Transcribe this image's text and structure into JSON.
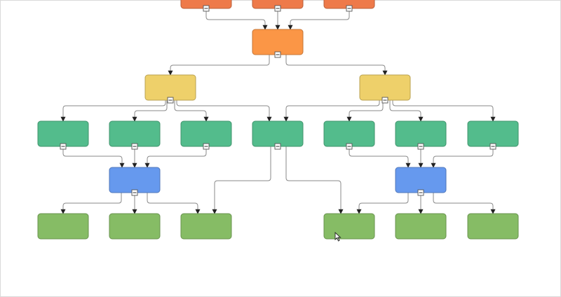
{
  "diagram": {
    "type": "org-chart",
    "colors": {
      "top": "#ee7a4a",
      "root": "#fb9646",
      "level1": "#eed06a",
      "level2": "#53bc8c",
      "level3": "#6699ee",
      "level4": "#86bc65",
      "edge": "#8a8a8a"
    },
    "collapse_icon": "minus-square-icon",
    "nodes": [
      {
        "id": "top-1",
        "level": "top",
        "label": ""
      },
      {
        "id": "top-2",
        "level": "top",
        "label": ""
      },
      {
        "id": "top-3",
        "level": "top",
        "label": ""
      },
      {
        "id": "root",
        "level": "root",
        "label": ""
      },
      {
        "id": "manager-left",
        "level": "level1",
        "label": ""
      },
      {
        "id": "manager-right",
        "level": "level1",
        "label": ""
      },
      {
        "id": "team-1",
        "level": "level2",
        "label": ""
      },
      {
        "id": "team-2",
        "level": "level2",
        "label": ""
      },
      {
        "id": "team-3",
        "level": "level2",
        "label": ""
      },
      {
        "id": "team-4",
        "level": "level2",
        "label": ""
      },
      {
        "id": "team-5",
        "level": "level2",
        "label": ""
      },
      {
        "id": "team-6",
        "level": "level2",
        "label": ""
      },
      {
        "id": "team-7",
        "level": "level2",
        "label": ""
      },
      {
        "id": "lead-left",
        "level": "level3",
        "label": ""
      },
      {
        "id": "lead-right",
        "level": "level3",
        "label": ""
      },
      {
        "id": "member-1",
        "level": "level4",
        "label": ""
      },
      {
        "id": "member-2",
        "level": "level4",
        "label": ""
      },
      {
        "id": "member-3",
        "level": "level4",
        "label": ""
      },
      {
        "id": "member-4",
        "level": "level4",
        "label": ""
      },
      {
        "id": "member-5",
        "level": "level4",
        "label": ""
      },
      {
        "id": "member-6",
        "level": "level4",
        "label": ""
      }
    ],
    "edges": [
      [
        "top-1",
        "root"
      ],
      [
        "top-2",
        "root"
      ],
      [
        "top-3",
        "root"
      ],
      [
        "root",
        "manager-left"
      ],
      [
        "root",
        "manager-right"
      ],
      [
        "manager-left",
        "team-1"
      ],
      [
        "manager-left",
        "team-2"
      ],
      [
        "manager-left",
        "team-3"
      ],
      [
        "manager-left",
        "team-4"
      ],
      [
        "manager-right",
        "team-4"
      ],
      [
        "manager-right",
        "team-5"
      ],
      [
        "manager-right",
        "team-6"
      ],
      [
        "manager-right",
        "team-7"
      ],
      [
        "team-1",
        "lead-left"
      ],
      [
        "team-2",
        "lead-left"
      ],
      [
        "team-3",
        "lead-left"
      ],
      [
        "team-5",
        "lead-right"
      ],
      [
        "team-6",
        "lead-right"
      ],
      [
        "team-7",
        "lead-right"
      ],
      [
        "lead-left",
        "member-1"
      ],
      [
        "lead-left",
        "member-2"
      ],
      [
        "lead-left",
        "member-3"
      ],
      [
        "team-4",
        "member-3"
      ],
      [
        "team-4",
        "member-4"
      ],
      [
        "lead-right",
        "member-4"
      ],
      [
        "lead-right",
        "member-5"
      ],
      [
        "lead-right",
        "member-6"
      ]
    ]
  }
}
